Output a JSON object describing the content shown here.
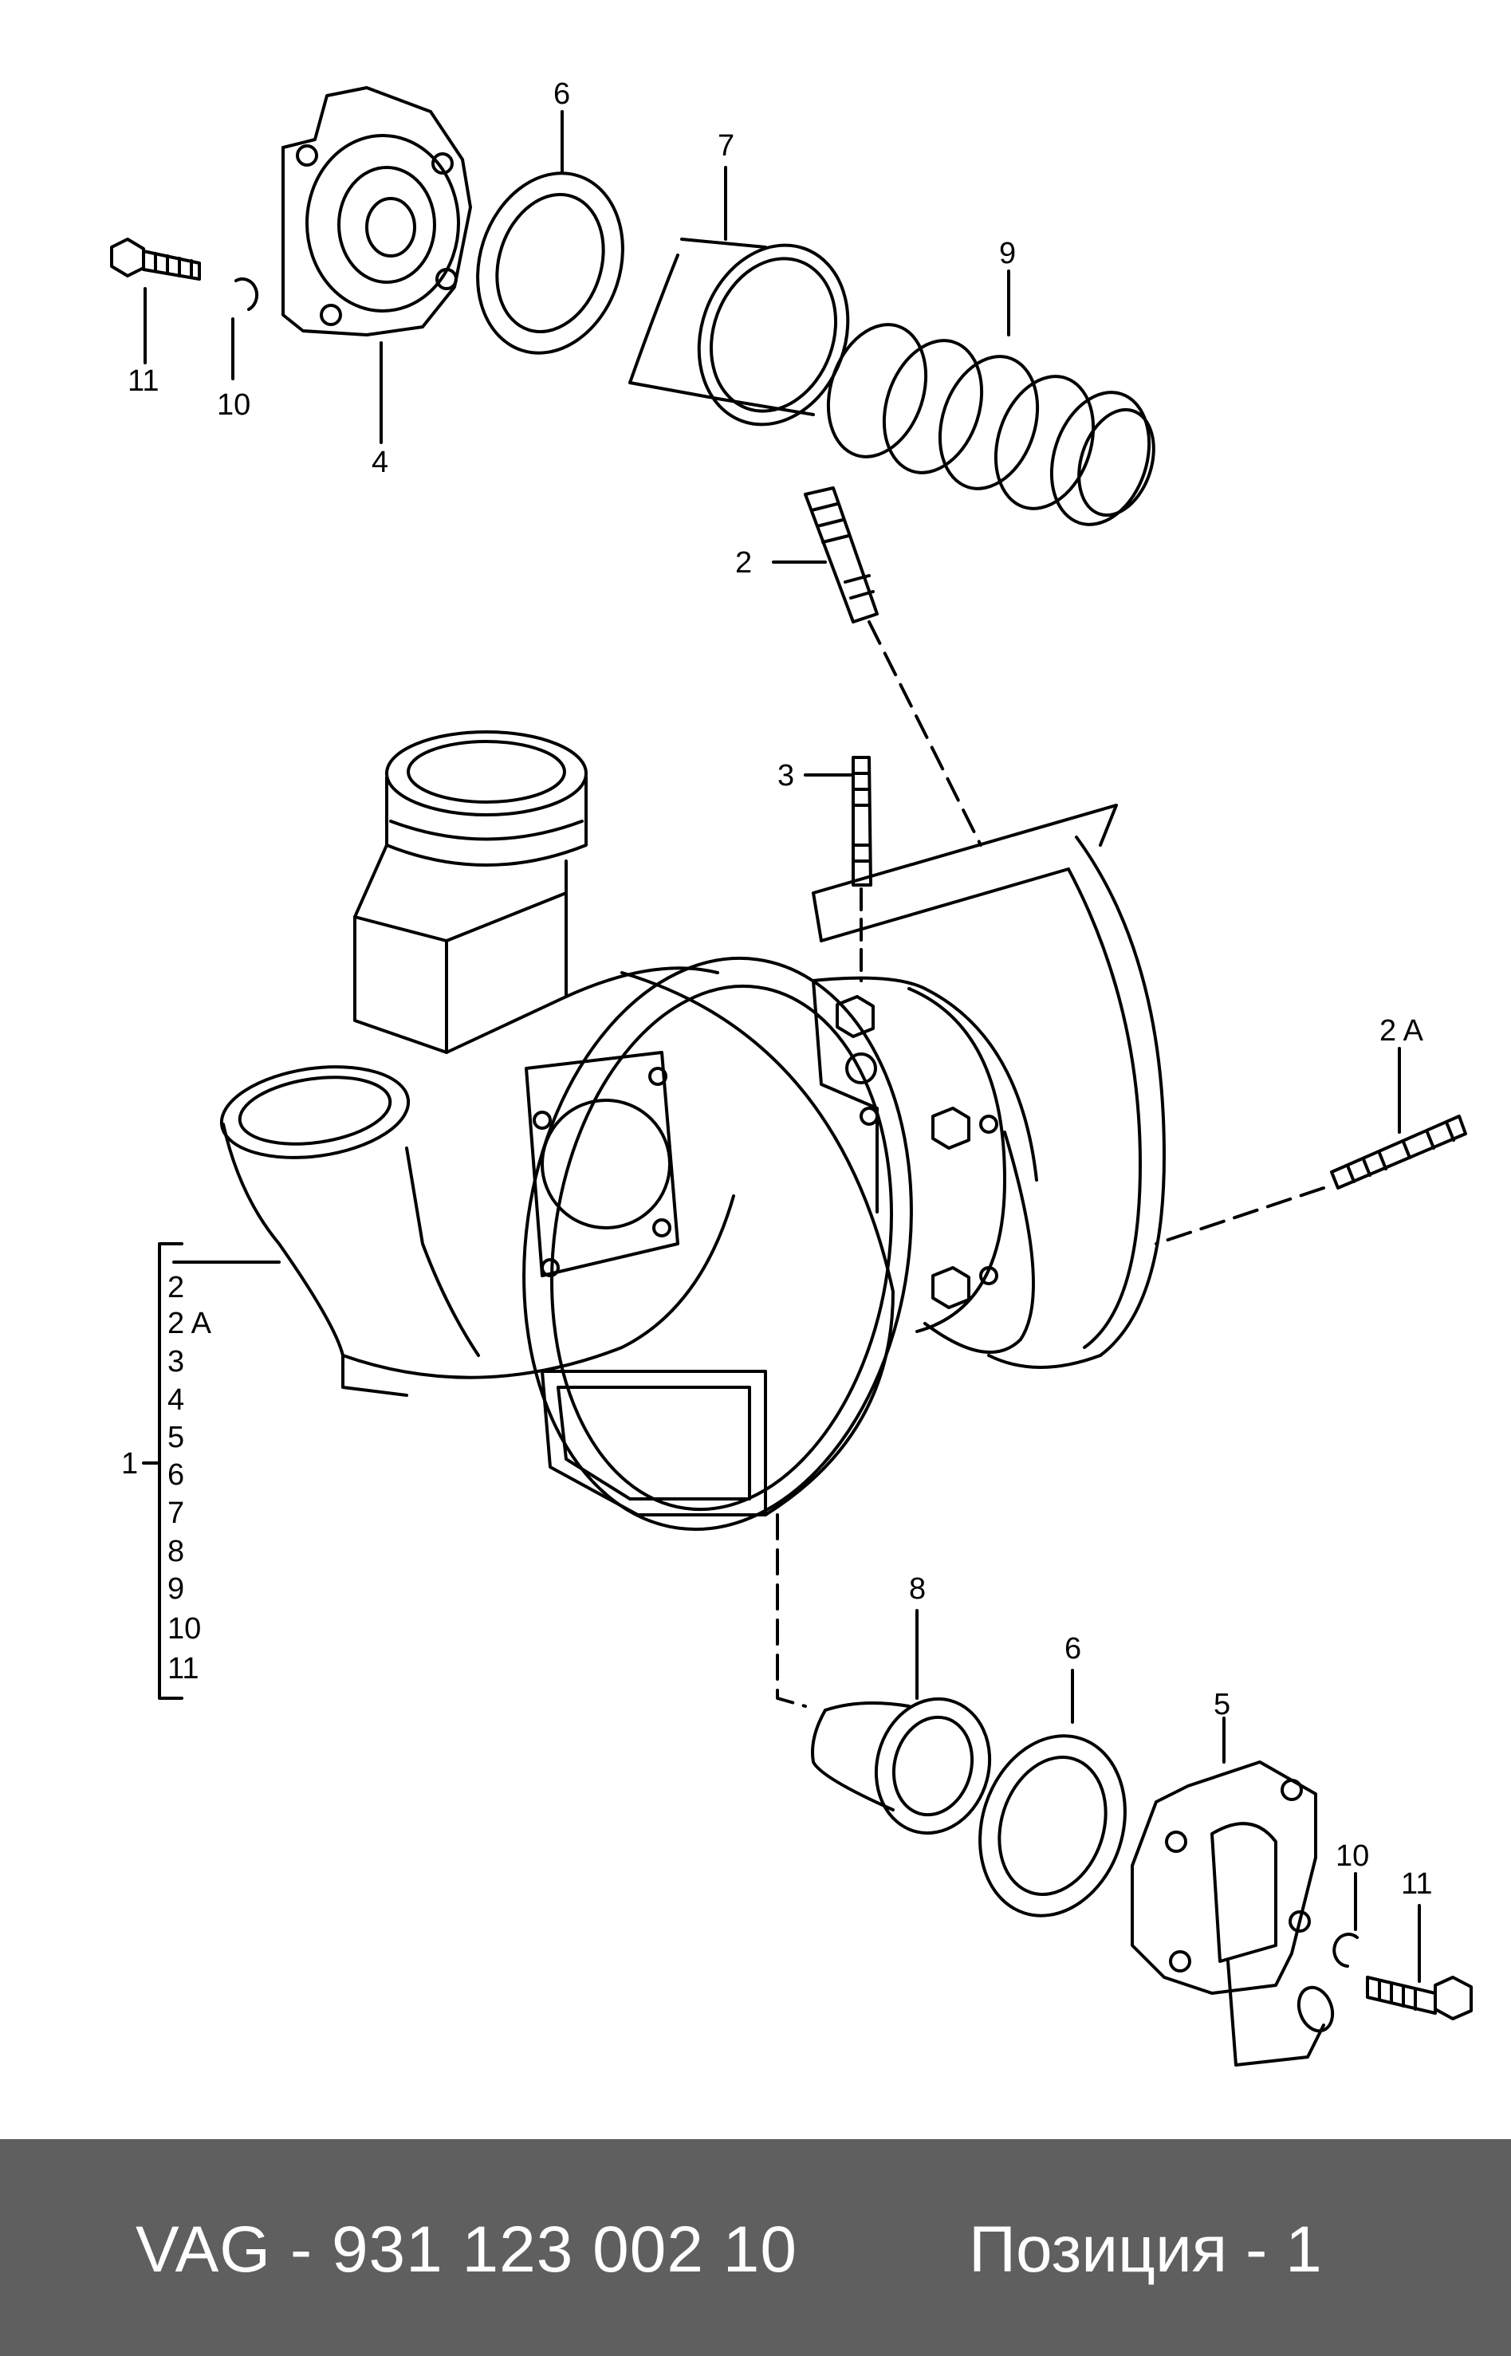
{
  "callouts": {
    "c6_top": "6",
    "c7": "7",
    "c9": "9",
    "c11_top": "11",
    "c10_top": "10",
    "c4": "4",
    "c2": "2",
    "c3": "3",
    "c2a": "2 A",
    "c8": "8",
    "c6_bot": "6",
    "c5": "5",
    "c10_bot": "10",
    "c11_bot": "11",
    "c1": "1"
  },
  "assembly_list": [
    "2",
    "2 A",
    "3",
    "4",
    "5",
    "6",
    "7",
    "8",
    "9",
    "10",
    "11"
  ],
  "footer": {
    "part_number": "VAG - 931 123 002 10",
    "position": "Позиция - 1"
  }
}
